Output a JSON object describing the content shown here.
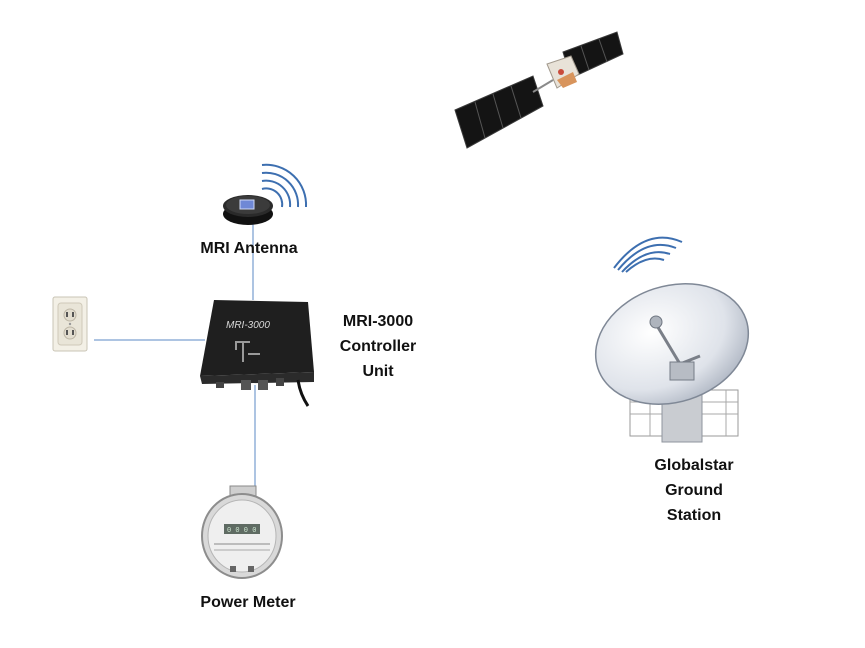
{
  "antenna": {
    "label": "MRI Antenna"
  },
  "controller": {
    "label_lines": [
      "MRI-3000",
      "Controller",
      "Unit"
    ],
    "device_text": "MRI-3000"
  },
  "meter": {
    "label": "Power Meter"
  },
  "ground_station": {
    "label_lines": [
      "Globalstar",
      "Ground",
      "Station"
    ]
  },
  "colors": {
    "connector": "#5b8ac6",
    "signal": "#3d6fb0",
    "device": "#1f1f1f",
    "panel": "#0f0f10"
  },
  "icons": [
    "outlet-icon",
    "antenna-icon",
    "controller-icon",
    "meter-icon",
    "satellite-icon",
    "dish-icon",
    "signal-waves-icon"
  ]
}
